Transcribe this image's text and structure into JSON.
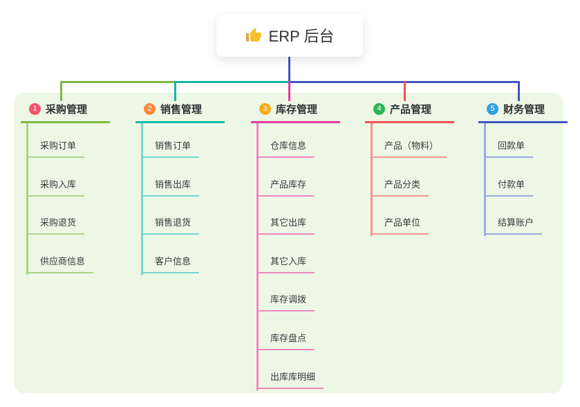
{
  "root": {
    "title": "ERP 后台",
    "icon": "thumbs-up-icon",
    "icon_color": "#f7bf2f",
    "stem_color": "#3f55c3"
  },
  "panel": {
    "background": "#ecf7e6"
  },
  "branches": [
    {
      "number": "1",
      "label": "采购管理",
      "badge_color": "#f2566a",
      "line_color": "#7cb940",
      "child_line_color": "#a9d488",
      "children": [
        "采购订单",
        "采购入库",
        "采购退货",
        "供应商信息"
      ]
    },
    {
      "number": "2",
      "label": "销售管理",
      "badge_color": "#fb8b3d",
      "line_color": "#13b8a8",
      "child_line_color": "#76d7ca",
      "children": [
        "销售订单",
        "销售出库",
        "销售退货",
        "客户信息"
      ]
    },
    {
      "number": "3",
      "label": "库存管理",
      "badge_color": "#fbad18",
      "line_color": "#e23a9e",
      "child_line_color": "#f187bd",
      "children": [
        "仓库信息",
        "产品库存",
        "其它出库",
        "其它入库",
        "库存调拨",
        "库存盘点",
        "出库库明细"
      ]
    },
    {
      "number": "4",
      "label": "产品管理",
      "badge_color": "#2fb456",
      "line_color": "#f1524e",
      "child_line_color": "#f79490",
      "children": [
        "产品（物料）",
        "产品分类",
        "产品单位"
      ]
    },
    {
      "number": "5",
      "label": "财务管理",
      "badge_color": "#2fa1de",
      "line_color": "#3f55c3",
      "child_line_color": "#97ace2",
      "children": [
        "回款单",
        "付款单",
        "结算账户"
      ]
    }
  ]
}
